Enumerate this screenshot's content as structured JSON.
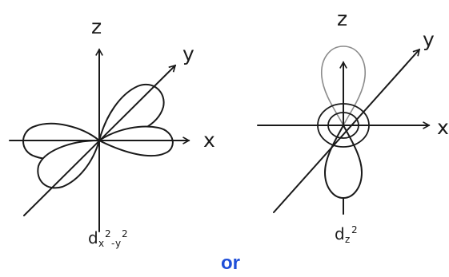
{
  "diagrams": [
    {
      "axis_labels": {
        "z": "z",
        "y": "y",
        "x": "x"
      },
      "orbital_label": {
        "main": "d",
        "sub1": "x",
        "sup1": "2",
        "dash": "-",
        "sub2": "y",
        "sup2": "2"
      }
    },
    {
      "axis_labels": {
        "z": "z",
        "y": "y",
        "x": "x"
      },
      "orbital_label": {
        "main": "d",
        "sub1": "z",
        "sup1": "2"
      }
    }
  ],
  "separator": "or",
  "colors": {
    "ink": "#1a1a1a",
    "light_lobe": "#8c8c8c",
    "or_text": "#1f4fd8"
  }
}
